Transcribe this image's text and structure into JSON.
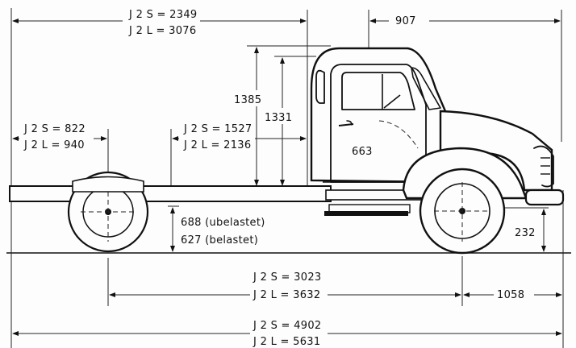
{
  "dimensions": {
    "cab_to_rear": {
      "j2s": "J 2 S = 2349",
      "j2l": "J 2 L = 3076"
    },
    "front_overhang_top": "907",
    "height_cab": "1385",
    "height_cab_inner": "1331",
    "height_floor": "663",
    "rear_overhang": {
      "j2s": "J 2 S = 822",
      "j2l": "J 2 L = 940"
    },
    "body_length": {
      "j2s": "J 2 S = 1527",
      "j2l": "J 2 L = 2136"
    },
    "frame_height_unloaded": "688 (ubelastet)",
    "frame_height_loaded": "627 (belastet)",
    "ground_clearance_front": "232",
    "wheelbase": {
      "j2s": "J 2 S = 3023",
      "j2l": "J 2 L = 3632"
    },
    "front_overhang": "1058",
    "overall_length": {
      "j2s": "J 2 S = 4902",
      "j2l": "J 2 L = 5631"
    }
  }
}
